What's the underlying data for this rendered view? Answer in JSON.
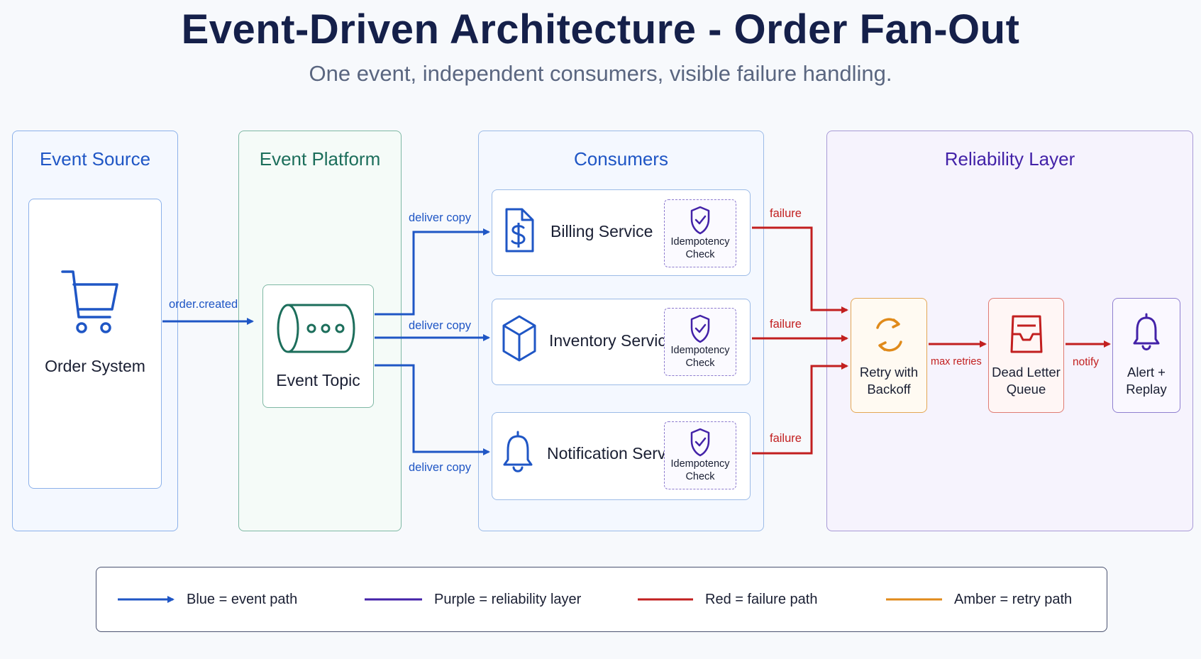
{
  "title": "Event-Driven Architecture - Order Fan-Out",
  "subtitle": "One event, independent consumers, visible failure handling.",
  "panels": {
    "source": "Event Source",
    "platform": "Event Platform",
    "consumers": "Consumers",
    "reliability": "Reliability Layer"
  },
  "nodes": {
    "order_system": "Order System",
    "event_topic": "Event Topic",
    "billing": "Billing Service",
    "inventory": "Inventory Service",
    "notification": "Notification Service",
    "idempotency": "Idempotency Check",
    "retry": "Retry with Backoff",
    "dlq": "Dead Letter Queue",
    "alert": "Alert + Replay"
  },
  "connectors": {
    "order_created": "order.created",
    "deliver_copy": "deliver copy",
    "failure": "failure",
    "max_retries": "max retries",
    "notify": "notify"
  },
  "legend": {
    "blue": "Blue = event path",
    "purple": "Purple = reliability layer",
    "red": "Red = failure path",
    "amber": "Amber = retry path"
  },
  "colors": {
    "event_path": "#1f56c5",
    "reliability": "#4322a8",
    "failure": "#c21f1f",
    "retry": "#e08a1a"
  }
}
